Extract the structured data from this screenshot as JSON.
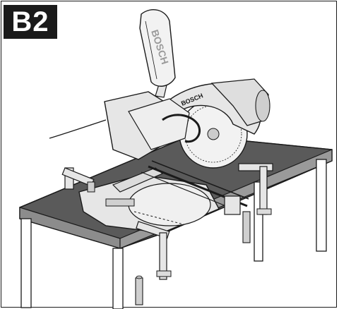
{
  "figure": {
    "label": "B2",
    "dust_bag_brand": "BOSCH",
    "blade_guard_text": "BOSCH",
    "colors": {
      "frame": "#1a1a1a",
      "table_top": "#5a5a5a",
      "table_edge": "#8c8c8c",
      "line": "#1a1a1a",
      "saw_fill": "#e6e6e6"
    }
  }
}
